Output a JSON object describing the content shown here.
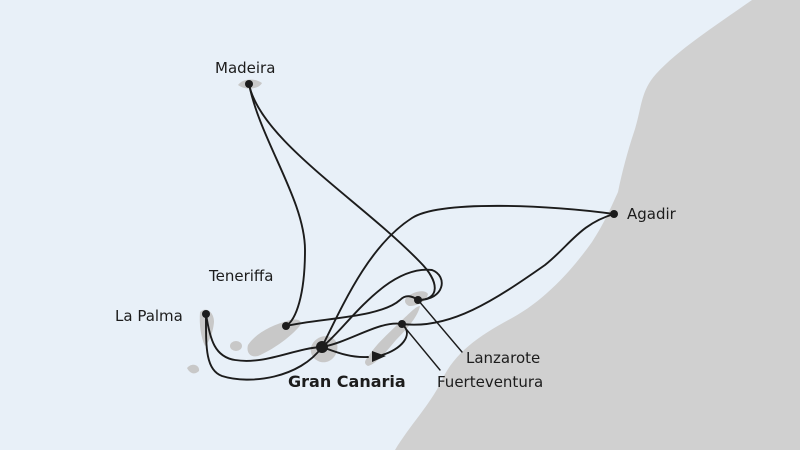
{
  "map": {
    "colors": {
      "sea": "#e8f0f8",
      "land": "#d0d0d0",
      "islands": "#c8c8c8",
      "route": "#1c1c1c",
      "text": "#1c1c1c"
    },
    "ports": {
      "madeira": "Madeira",
      "agadir": "Agadir",
      "teneriffa": "Teneriffa",
      "la_palma": "La Palma",
      "gran_canaria": "Gran Canaria",
      "lanzarote": "Lanzarote",
      "fuerteventura": "Fuerteventura"
    },
    "home_port": "Gran Canaria"
  }
}
